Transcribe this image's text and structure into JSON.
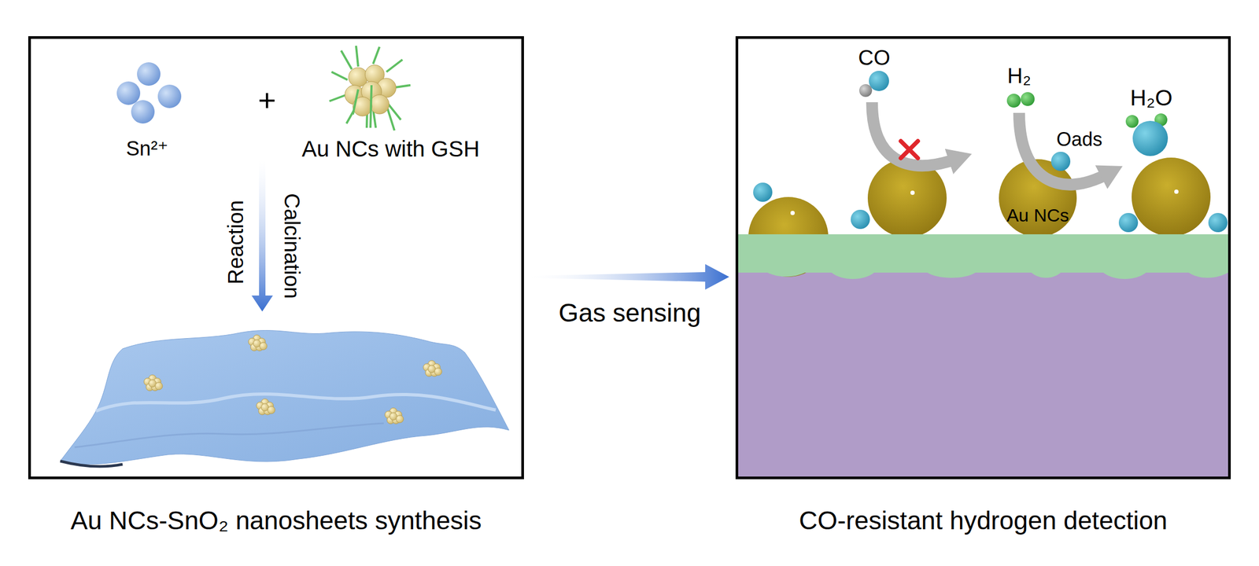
{
  "diagram": {
    "nodes": [
      {
        "text": [
          "Au NCs-SnO₂ nanosheets synthesis"
        ]
      },
      {
        "text": [
          "CO-resistant hydrogen detection"
        ]
      }
    ],
    "edges": [
      {
        "from": 0,
        "to": 1,
        "arrow": "to",
        "label": "Gas sensing"
      }
    ],
    "labels": [
      "Sn²⁺",
      "+",
      "Au NCs with GSH",
      "Reaction",
      "Calcination",
      "CO",
      "H₂",
      "Oads",
      "H₂O",
      "Au NCs"
    ]
  }
}
